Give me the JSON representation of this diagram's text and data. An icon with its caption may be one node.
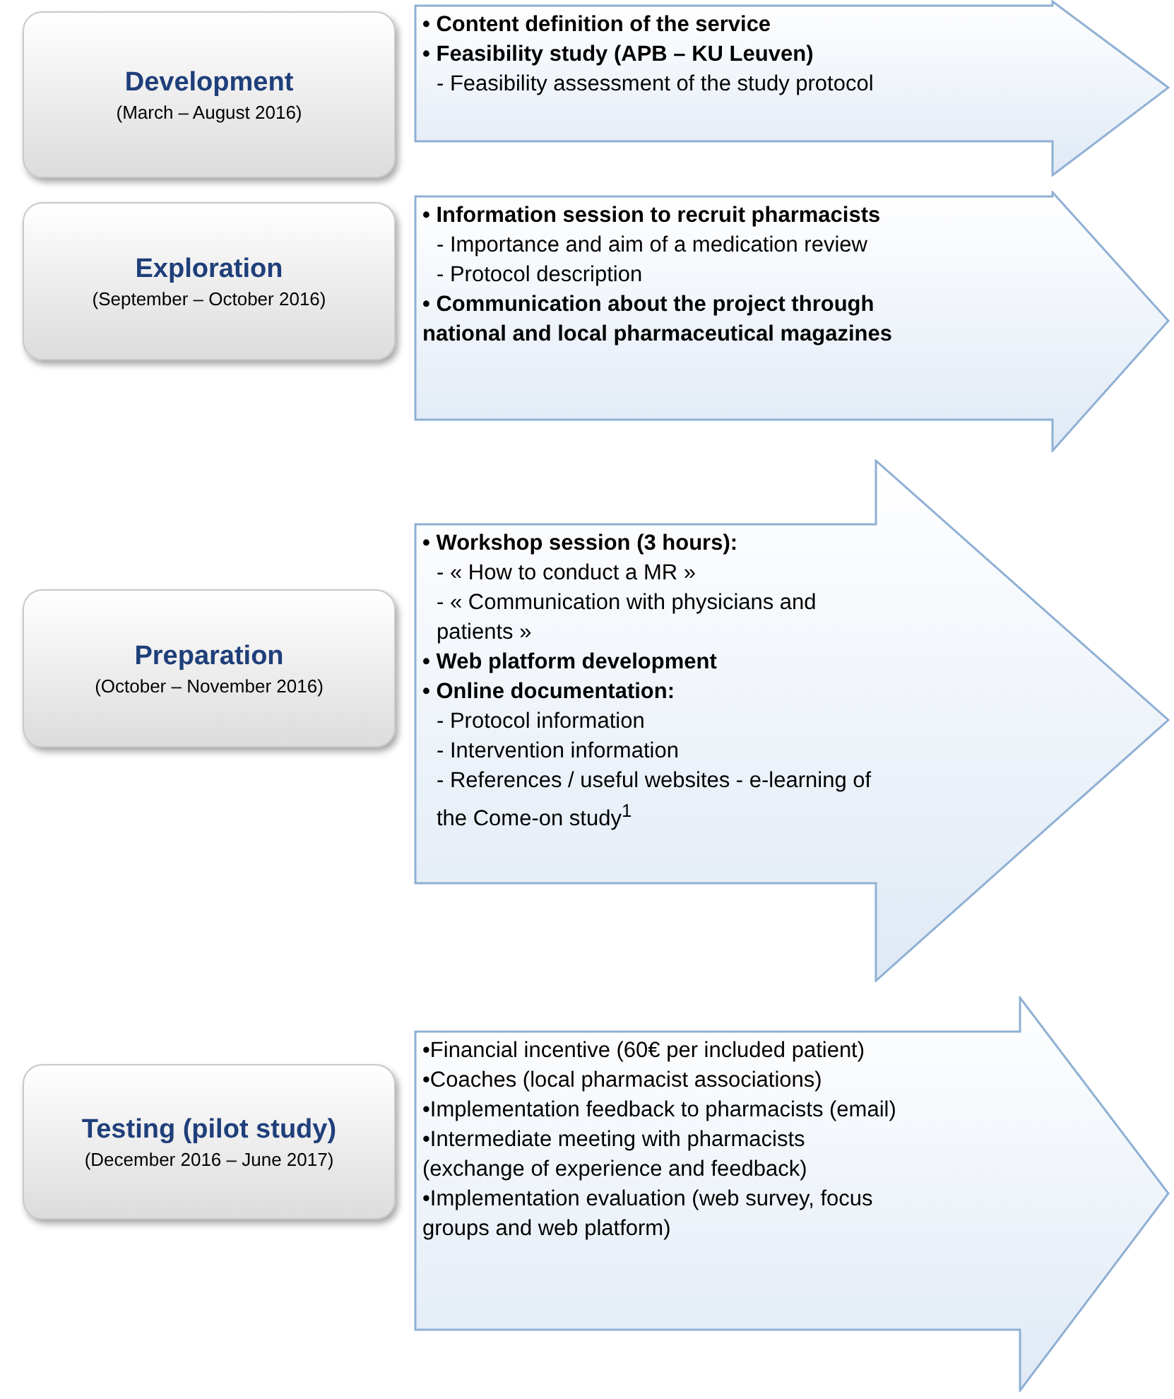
{
  "diagram": {
    "nodes": [
      {
        "text": [
          "Development",
          "(March – August 2016)"
        ]
      },
      {
        "text": [
          "• Content definition of the service",
          "• Feasibility study (APB – KU Leuven)",
          "- Feasibility assessment of the study protocol"
        ]
      },
      {
        "text": [
          "Exploration",
          "(September – October 2016)"
        ]
      },
      {
        "text": [
          "• Information session to recruit pharmacists",
          "- Importance and aim of a medication review",
          "- Protocol description",
          "• Communication about the project through national and local pharmaceutical magazines"
        ]
      },
      {
        "text": [
          "Preparation",
          "(October – November 2016)"
        ]
      },
      {
        "text": [
          "• Workshop session (3 hours):",
          "- « How to conduct a MR »",
          "- « Communication with physicians and patients »",
          "• Web platform development",
          "• Online documentation:",
          "- Protocol information",
          "- Intervention information",
          "- References / useful websites - e-learning of the Come-on study$^{1}$"
        ]
      },
      {
        "text": [
          "Testing (pilot study)",
          "(December 2016 – June 2017)"
        ]
      },
      {
        "text": [
          "•Financial incentive (60€ per included patient)",
          "•Coaches (local pharmacist associations)",
          "•Implementation feedback to pharmacists (email)",
          "•Intermediate meeting with pharmacists (exchange of experience and feedback)",
          "•Implementation evaluation (web survey, focus groups and web platform)"
        ]
      }
    ]
  }
}
